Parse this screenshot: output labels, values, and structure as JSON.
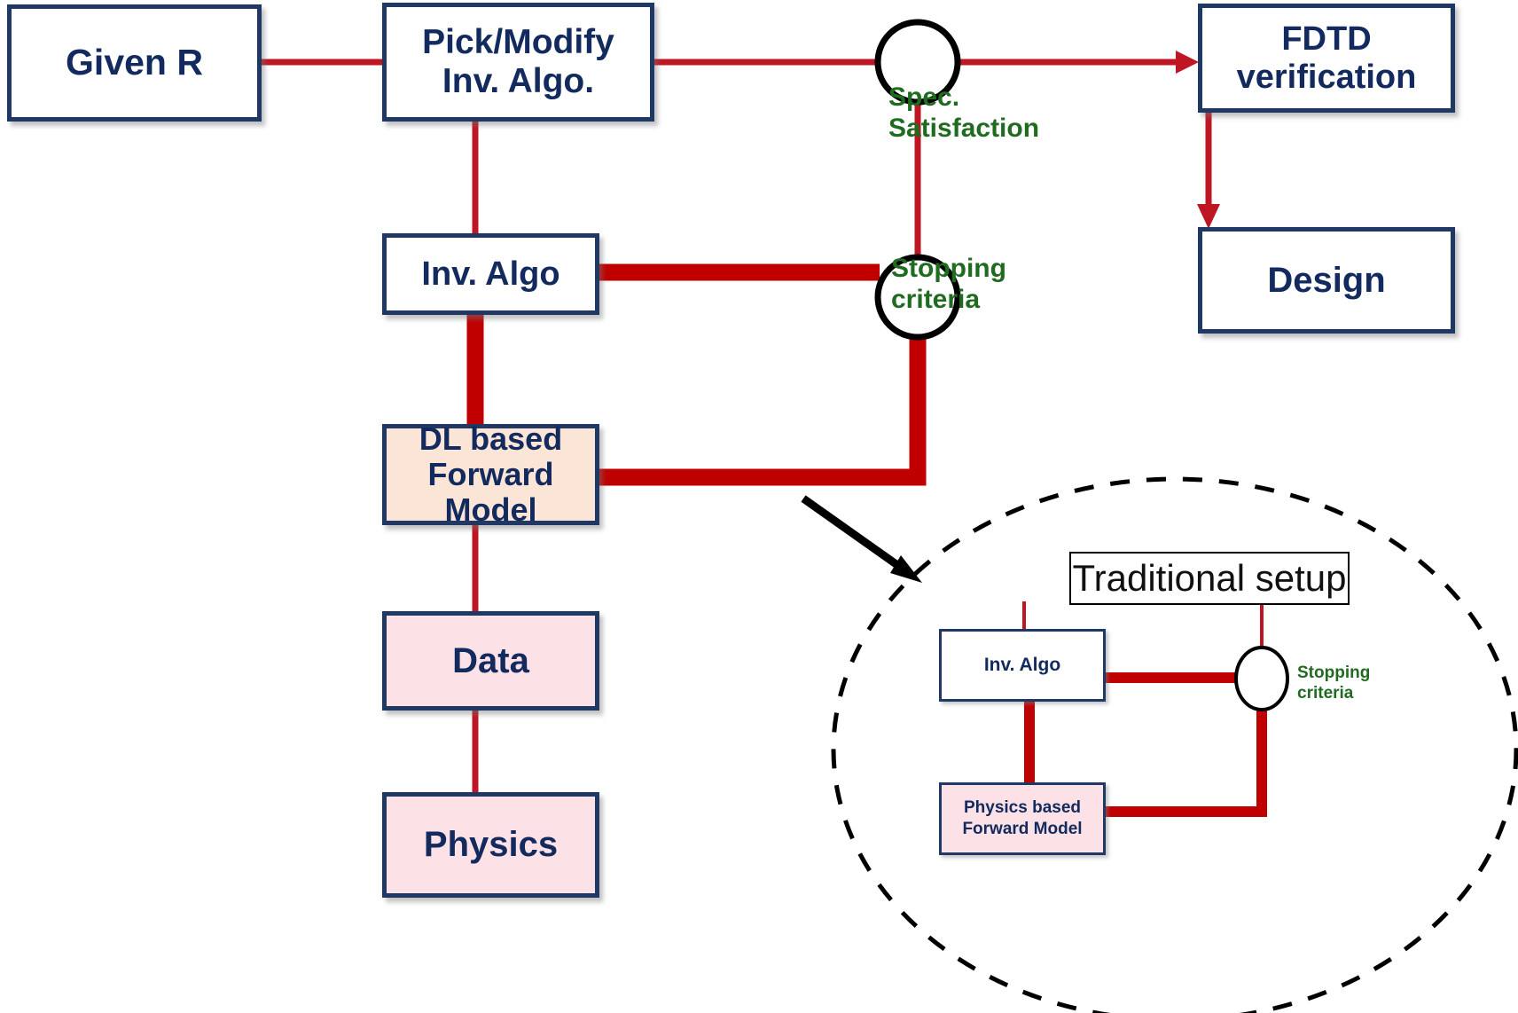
{
  "diagram": {
    "title_box": {
      "label": "Traditional setup"
    },
    "main_nodes": [
      {
        "id": "given-r",
        "label": "Given R"
      },
      {
        "id": "pick-modify",
        "label": "Pick/Modify\nInv. Algo."
      },
      {
        "id": "fdtd-verification",
        "label": "FDTD\nverification"
      },
      {
        "id": "design",
        "label": "Design"
      },
      {
        "id": "inv-algo",
        "label": "Inv. Algo"
      },
      {
        "id": "dl-forward-model",
        "label": "DL based\nForward\nModel"
      },
      {
        "id": "data",
        "label": "Data"
      },
      {
        "id": "physics",
        "label": "Physics"
      }
    ],
    "junctions": [
      {
        "id": "spec-satisfaction-junction",
        "label": "Spec.\nSatisfaction"
      },
      {
        "id": "stopping-criteria-junction",
        "label": "Stopping\ncriteria"
      }
    ],
    "inset": {
      "nodes": [
        {
          "id": "inset-inv-algo",
          "label": "Inv. Algo"
        },
        {
          "id": "inset-physics-model",
          "label": "Physics based\nForward Model"
        }
      ],
      "junction_label": "Stopping\ncriteria"
    },
    "colors": {
      "box_border": "#1F3864",
      "text": "#122A5E",
      "connector_red": "#C00000",
      "thin_connector_red": "#BE1622",
      "label_green": "#1F6B1F",
      "peach_fill": "#FBE5D6",
      "pink_fill": "#FCE1E6",
      "white_fill": "#FFFFFF",
      "outline_black": "#000000"
    }
  }
}
